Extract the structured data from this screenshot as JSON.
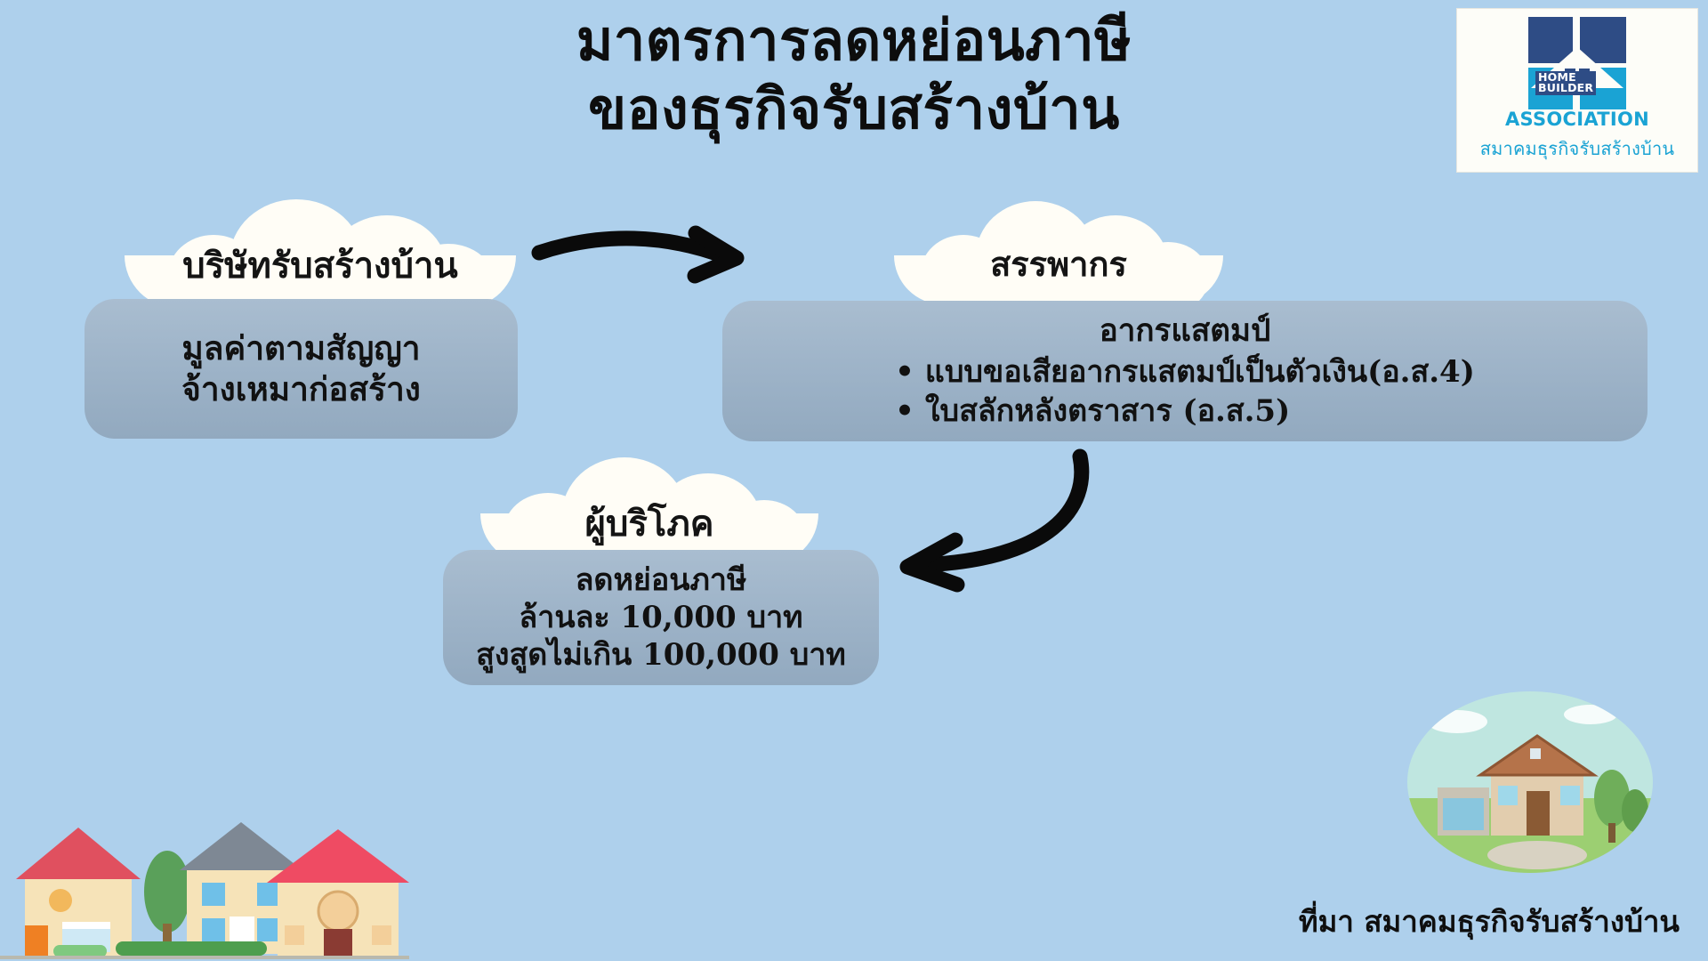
{
  "page": {
    "background_color": "#aed0ec",
    "box_color": "#9cb2c7",
    "cloud_color": "#fffdf6",
    "text_color": "#111111"
  },
  "title": {
    "line1": "มาตรการลดหย่อนภาษี",
    "line2": "ของธุรกิจรับสร้างบ้าน"
  },
  "logo": {
    "home": "HOME",
    "builder": "BUILDER",
    "association": "ASSOCIATION",
    "thai_name": "สมาคมธุรกิจรับสร้างบ้าน",
    "navy": "#2e4c85",
    "cyan": "#1aa3d4"
  },
  "flow": {
    "company": {
      "cloud_label": "บริษัทรับสร้างบ้าน",
      "lines": [
        "มูลค่าตามสัญญา",
        "จ้างเหมาก่อสร้าง"
      ]
    },
    "revenue": {
      "cloud_label": "สรรพากร",
      "heading": "อากรแสตมป์",
      "bullets": [
        "แบบขอเสียอากรแสตมป์เป็นตัวเงิน(อ.ส.4)",
        "ใบสลักหลังตราสาร (อ.ส.5)"
      ],
      "bullet_marker": "•"
    },
    "consumer": {
      "cloud_label": "ผู้บริโภค",
      "lines": [
        "ลดหย่อนภาษี",
        "ล้านละ 10,000 บาท",
        "สูงสูดไม่เกิน 100,000 บาท"
      ]
    }
  },
  "arrows": {
    "company_to_revenue": "arrow-right-curved",
    "revenue_to_consumer": "arrow-down-left-curved"
  },
  "attribution": {
    "text": "ที่มา สมาคมธุรกิจรับสร้างบ้าน"
  },
  "illustrations": {
    "house_cluster": "houses-illustration",
    "round_scene": "house-landscape-illustration"
  }
}
